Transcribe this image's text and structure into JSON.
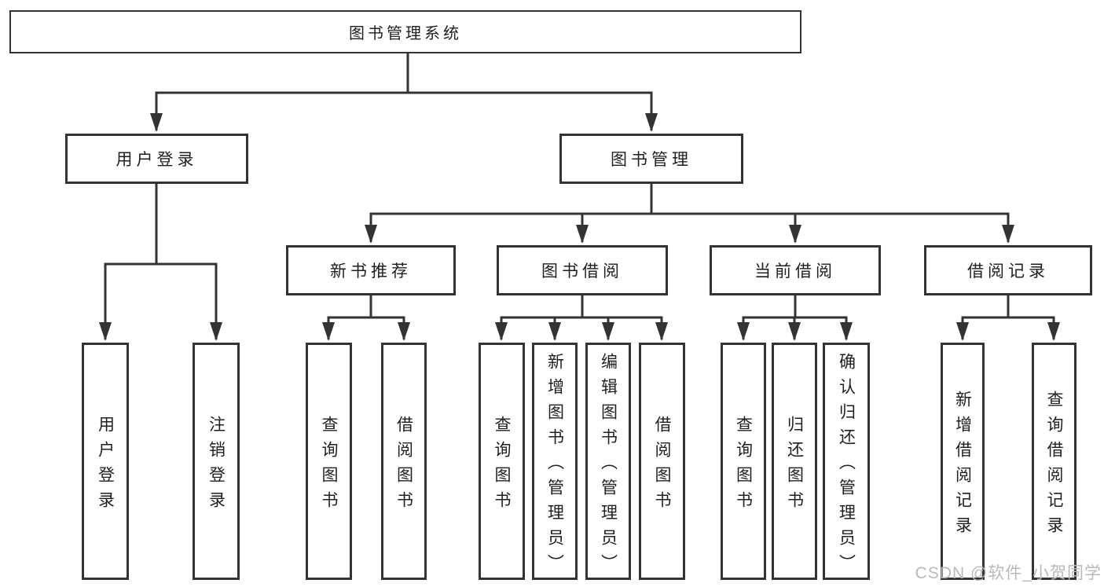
{
  "diagram": {
    "title": "图书管理系统",
    "type": "function-structure-tree",
    "root": {
      "label": "图书管理系统"
    },
    "branches": [
      {
        "label": "用户登录",
        "children": [
          "用户登录",
          "注销登录"
        ]
      },
      {
        "label": "图书管理",
        "children": [
          {
            "label": "新书推荐",
            "children": [
              "查询图书",
              "借阅图书"
            ]
          },
          {
            "label": "图书借阅",
            "children": [
              "查询图书",
              "新增图书（管理员）",
              "编辑图书（管理员）",
              "借阅图书"
            ]
          },
          {
            "label": "当前借阅",
            "children": [
              "查询图书",
              "归还图书",
              "确认归还（管理员）"
            ]
          },
          {
            "label": "借阅记录",
            "children": [
              "新增借阅记录",
              "查询借阅记录"
            ]
          }
        ]
      }
    ],
    "colors": {
      "line": "#333333",
      "box_border": "#333333",
      "text": "#1f1f1f",
      "watermark": "#b9b9b9",
      "background": "#ffffff"
    },
    "watermark": "CSDN @软件_小贺同学"
  }
}
